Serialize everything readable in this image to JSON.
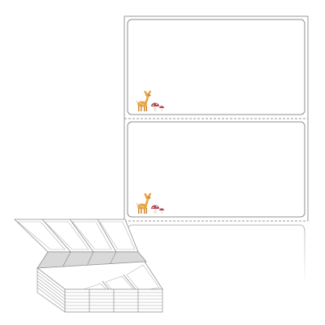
{
  "product": {
    "kind": "fanfold-label-stack",
    "labels_per_row": 4,
    "label_color": "#ffffff",
    "outline_color": "#9a9a9a",
    "illustration": {
      "icon": "fawn-with-mushrooms-icon",
      "deer_color": "#e9a64a",
      "mushroom_color": "#b2475b"
    }
  },
  "strip": {
    "visible_labels": 2,
    "perforation": "dashed"
  }
}
